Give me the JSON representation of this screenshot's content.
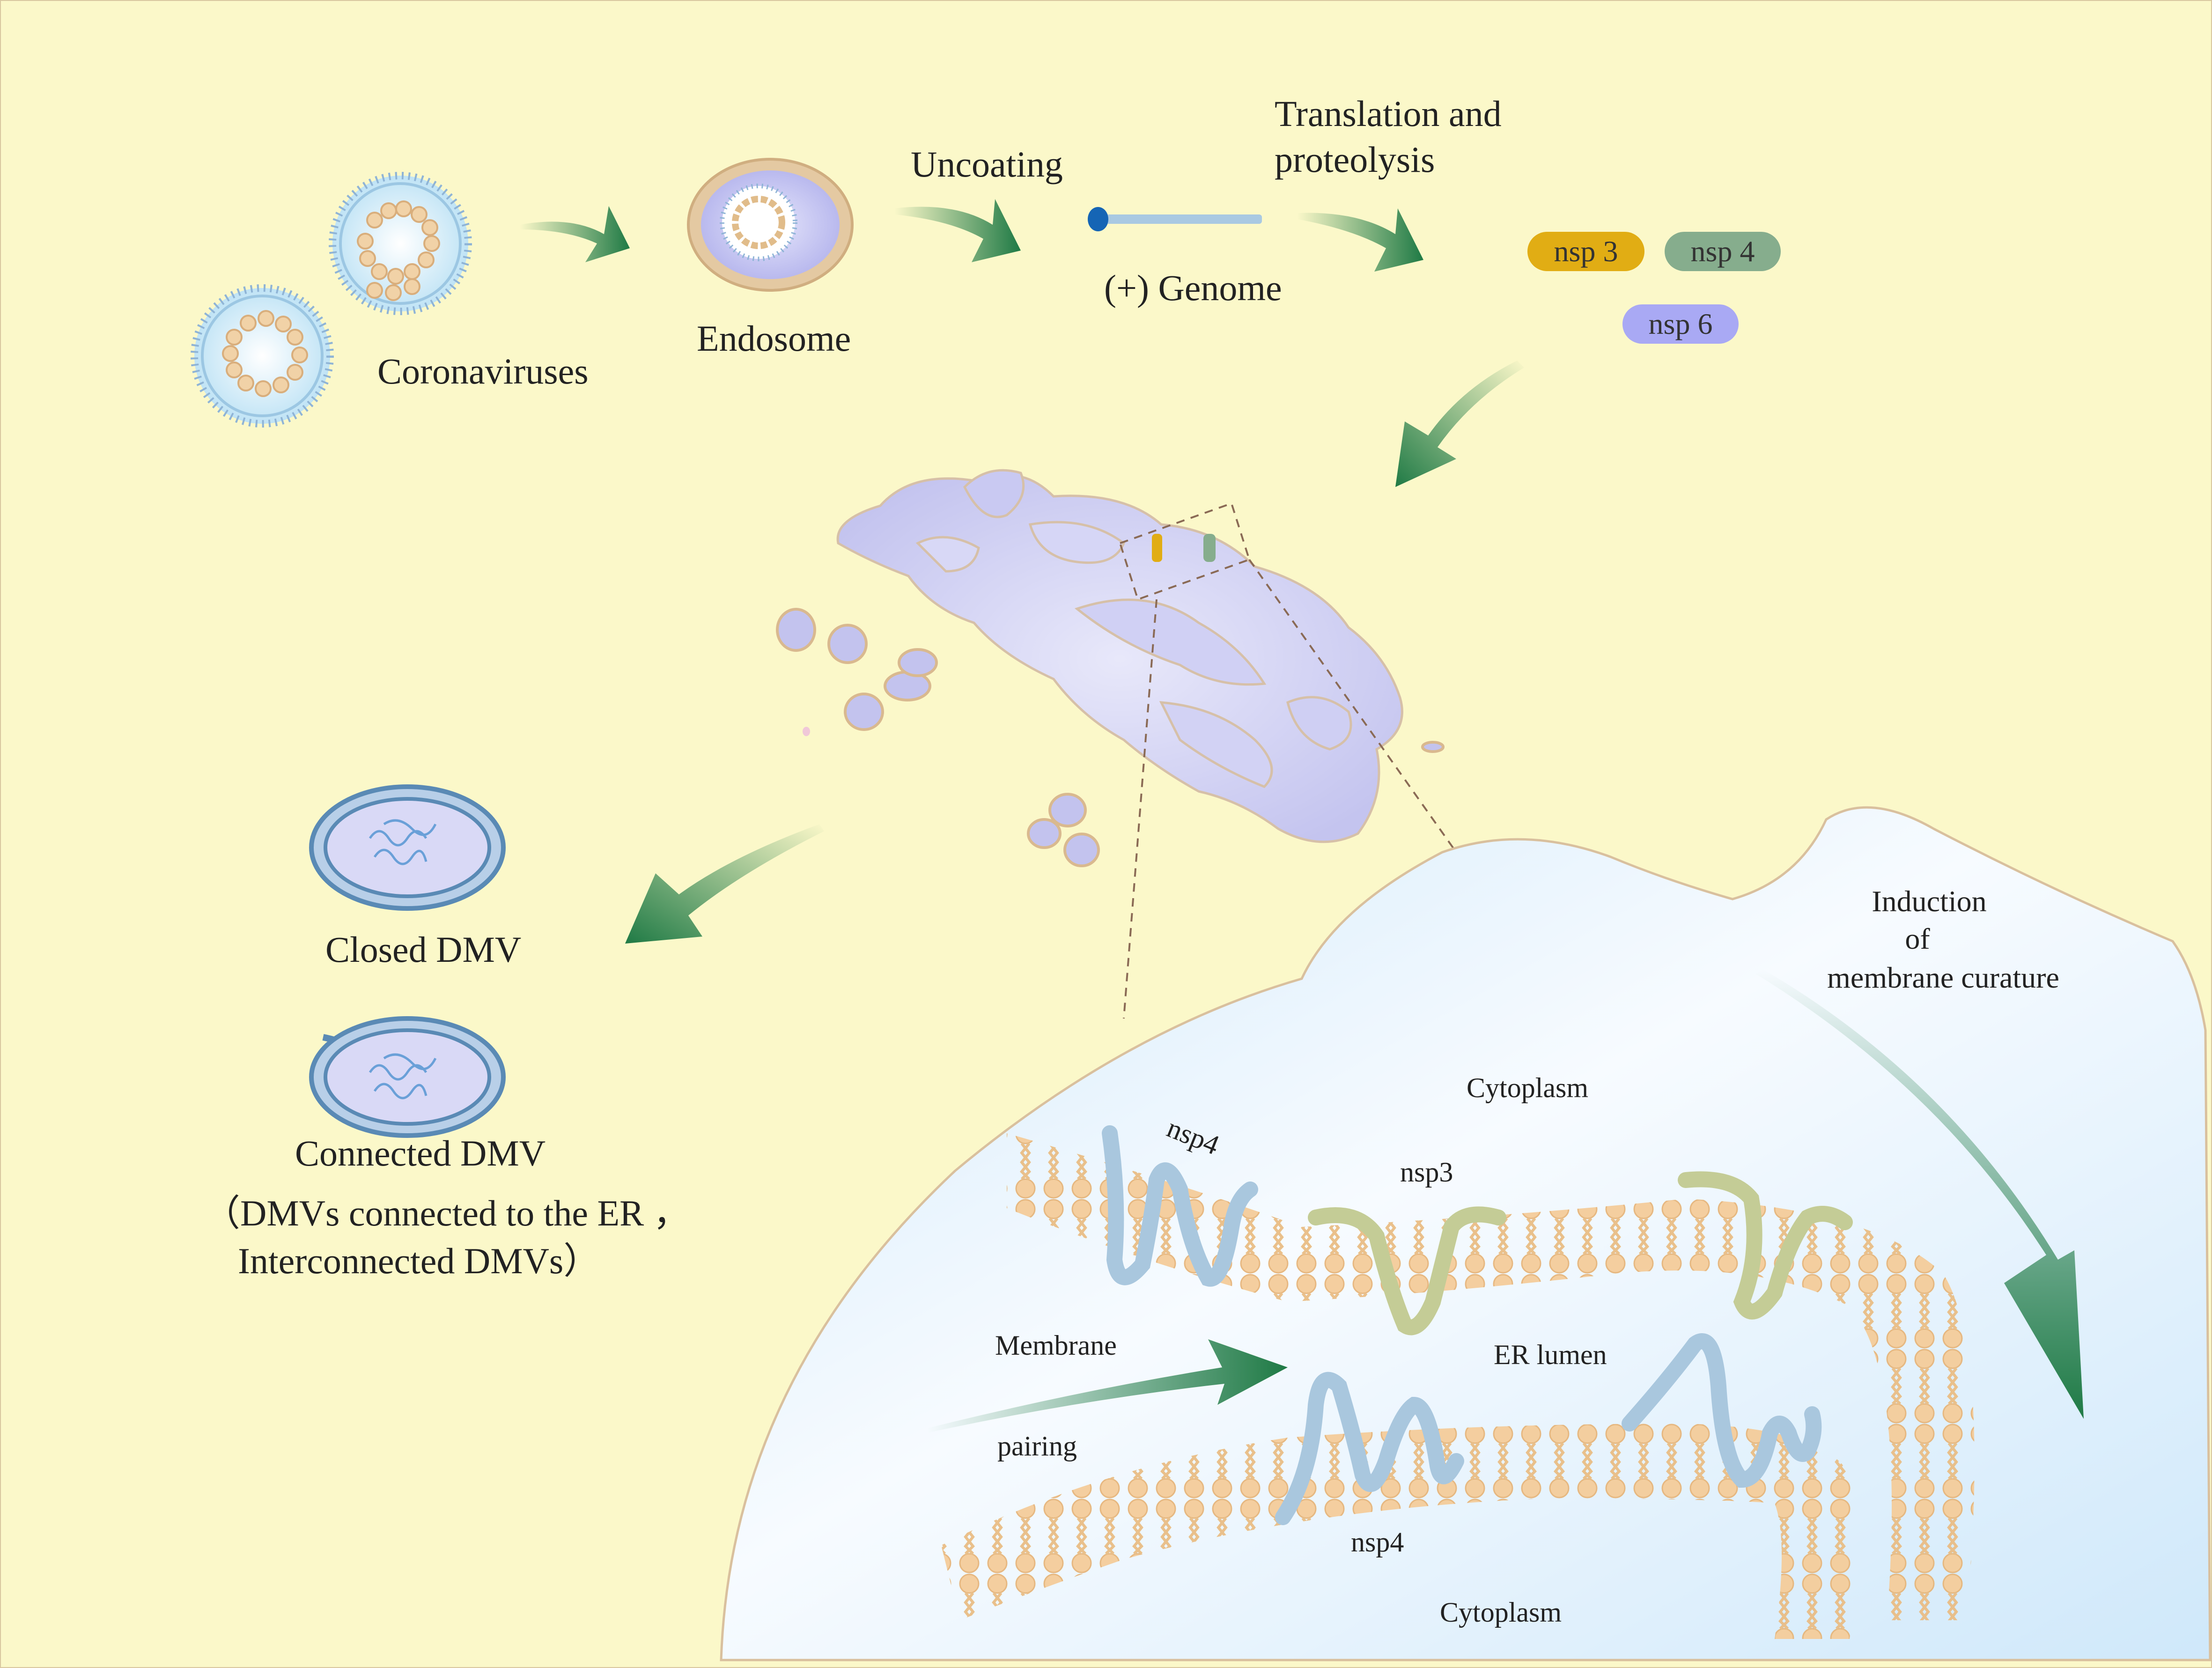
{
  "colors": {
    "background": "#fbf8c9",
    "panel": "#d6ecfa",
    "arrow": "#1f7a45",
    "nsp3": "#e1ad14",
    "nsp4": "#86ad8d",
    "nsp6": "#a9a9f4",
    "lipid": "#f4cc9a",
    "er": "#c9c9f2",
    "protein_blue": "#a9c7de",
    "protein_green": "#c4cc96",
    "genome_cap": "#1565b5"
  },
  "labels": {
    "coronaviruses": "Coronaviruses",
    "endosome": "Endosome",
    "uncoating": "Uncoating",
    "genome": "(+) Genome",
    "translation_line1": "Translation and",
    "translation_line2": "proteolysis",
    "closed_dmv": "Closed DMV",
    "connected_dmv": "Connected DMV",
    "connected_note_line1": "（DMVs connected to the ER ，",
    "connected_note_line2": "Interconnected DMVs）"
  },
  "proteins": {
    "nsp3": "nsp 3",
    "nsp4": "nsp 4",
    "nsp6": "nsp 6"
  },
  "inset": {
    "induction_line1": "Induction",
    "induction_line2": "of",
    "induction_line3": "membrane curature",
    "cytoplasm_top": "Cytoplasm",
    "nsp4_upper": "nsp4",
    "nsp3": "nsp3",
    "membrane": "Membrane",
    "er_lumen": "ER lumen",
    "pairing": "pairing",
    "nsp4_lower": "nsp4",
    "cytoplasm_bottom": "Cytoplasm"
  }
}
